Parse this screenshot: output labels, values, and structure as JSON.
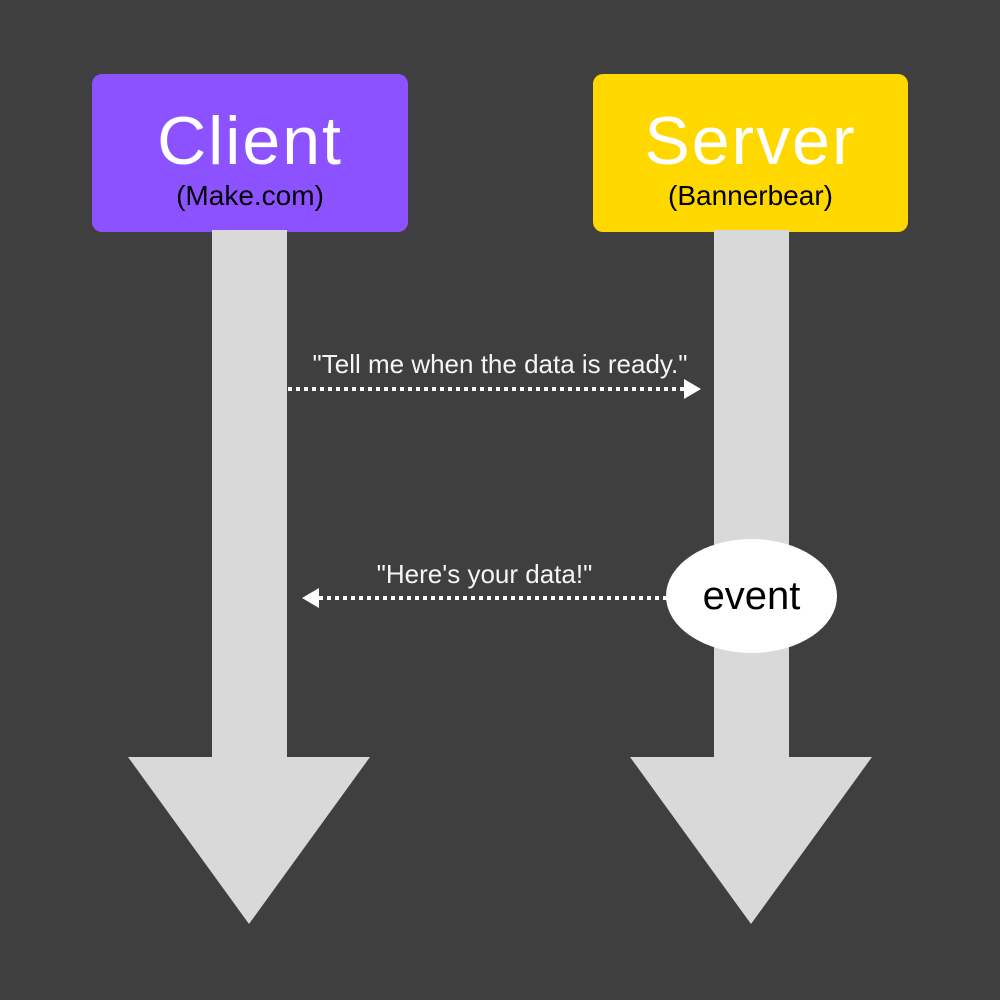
{
  "diagram": {
    "type": "sequence-diagram",
    "background_color": "#3F3F3F",
    "lifeline_color": "#D9D9D9",
    "message_text_color": "#F5F5F5",
    "message_arrow_color": "#FFFFFF",
    "actors": [
      {
        "id": "client",
        "title": "Client",
        "subtitle": "(Make.com)",
        "box_color": "#8C52FF",
        "title_color": "#FFFFFF",
        "subtitle_color": "#000000"
      },
      {
        "id": "server",
        "title": "Server",
        "subtitle": "(Bannerbear)",
        "box_color": "#FFD800",
        "title_color": "#FFFFFF",
        "subtitle_color": "#000000"
      }
    ],
    "messages": [
      {
        "text": "\"Tell me when the data is ready.\"",
        "from": "client",
        "to": "server",
        "direction": "right",
        "style": "dotted"
      },
      {
        "text": "\"Here's your data!\"",
        "from": "server",
        "to": "client",
        "direction": "left",
        "style": "dotted"
      }
    ],
    "event_badge": {
      "label": "event",
      "background_color": "#FFFFFF",
      "text_color": "#000000",
      "attached_to": "server"
    }
  }
}
